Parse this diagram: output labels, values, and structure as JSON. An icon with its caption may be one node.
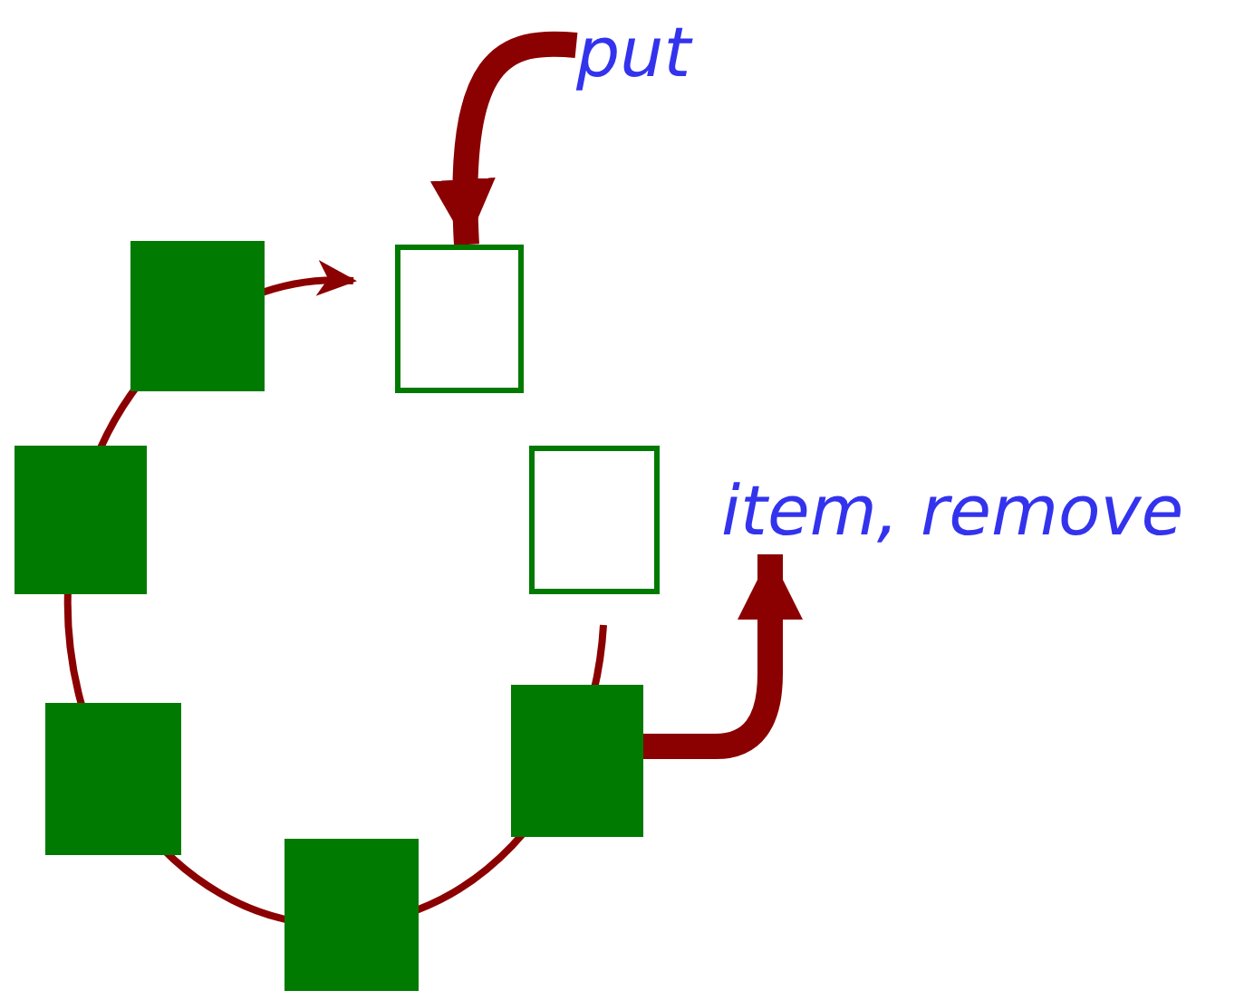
{
  "diagram": {
    "nodes": [
      {
        "text": [
          "put"
        ]
      },
      {
        "text": [],
        "shape": "box"
      },
      {
        "text": [],
        "shape": "box"
      },
      {
        "text": [],
        "shape": "box"
      },
      {
        "text": [],
        "shape": "box"
      },
      {
        "text": [
          "item, remove"
        ]
      },
      {
        "text": [],
        "shape": "box"
      },
      {
        "text": [],
        "shape": "box"
      },
      {
        "text": [],
        "shape": "box"
      }
    ],
    "edges": [
      {
        "from": 0,
        "to": 2,
        "arrow": "to"
      },
      {
        "from": 6,
        "to": 5,
        "arrow": "to"
      }
    ]
  }
}
